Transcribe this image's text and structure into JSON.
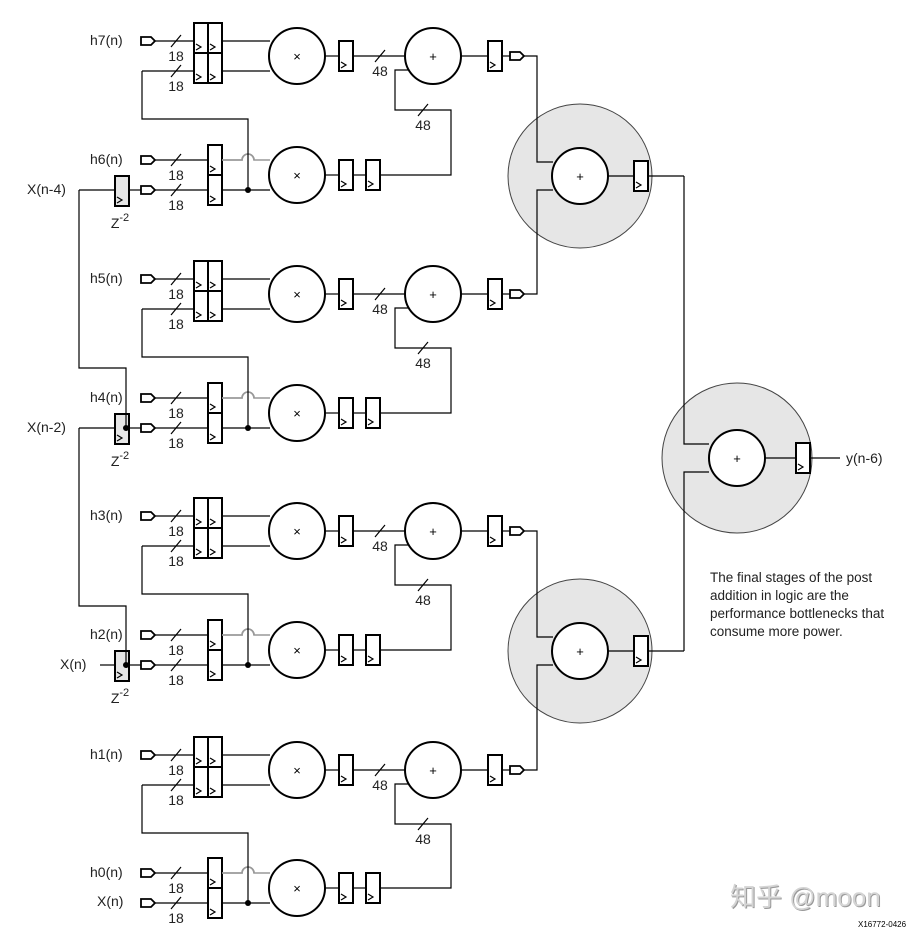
{
  "diagram": {
    "title": "Systolic FIR filter with post-adder tree",
    "coefficient_inputs": [
      "h7(n)",
      "h6(n)",
      "h5(n)",
      "h4(n)",
      "h3(n)",
      "h2(n)",
      "h1(n)",
      "h0(n)"
    ],
    "data_inputs": [
      "X(n-4)",
      "X(n-2)",
      "X(n)",
      "X(n)"
    ],
    "delay_label_base": "Z",
    "delay_label_exp": "-2",
    "input_bus_width": "18",
    "accum_bus_width": "48",
    "multiplier_symbol": "×",
    "adder_symbol": "+",
    "output_label": "y(n-6)",
    "note": "The final stages of the post addition in logic are the performance bottlenecks that consume more power.",
    "watermark": "知乎 @moon",
    "figure_id": "X16772-0426"
  }
}
